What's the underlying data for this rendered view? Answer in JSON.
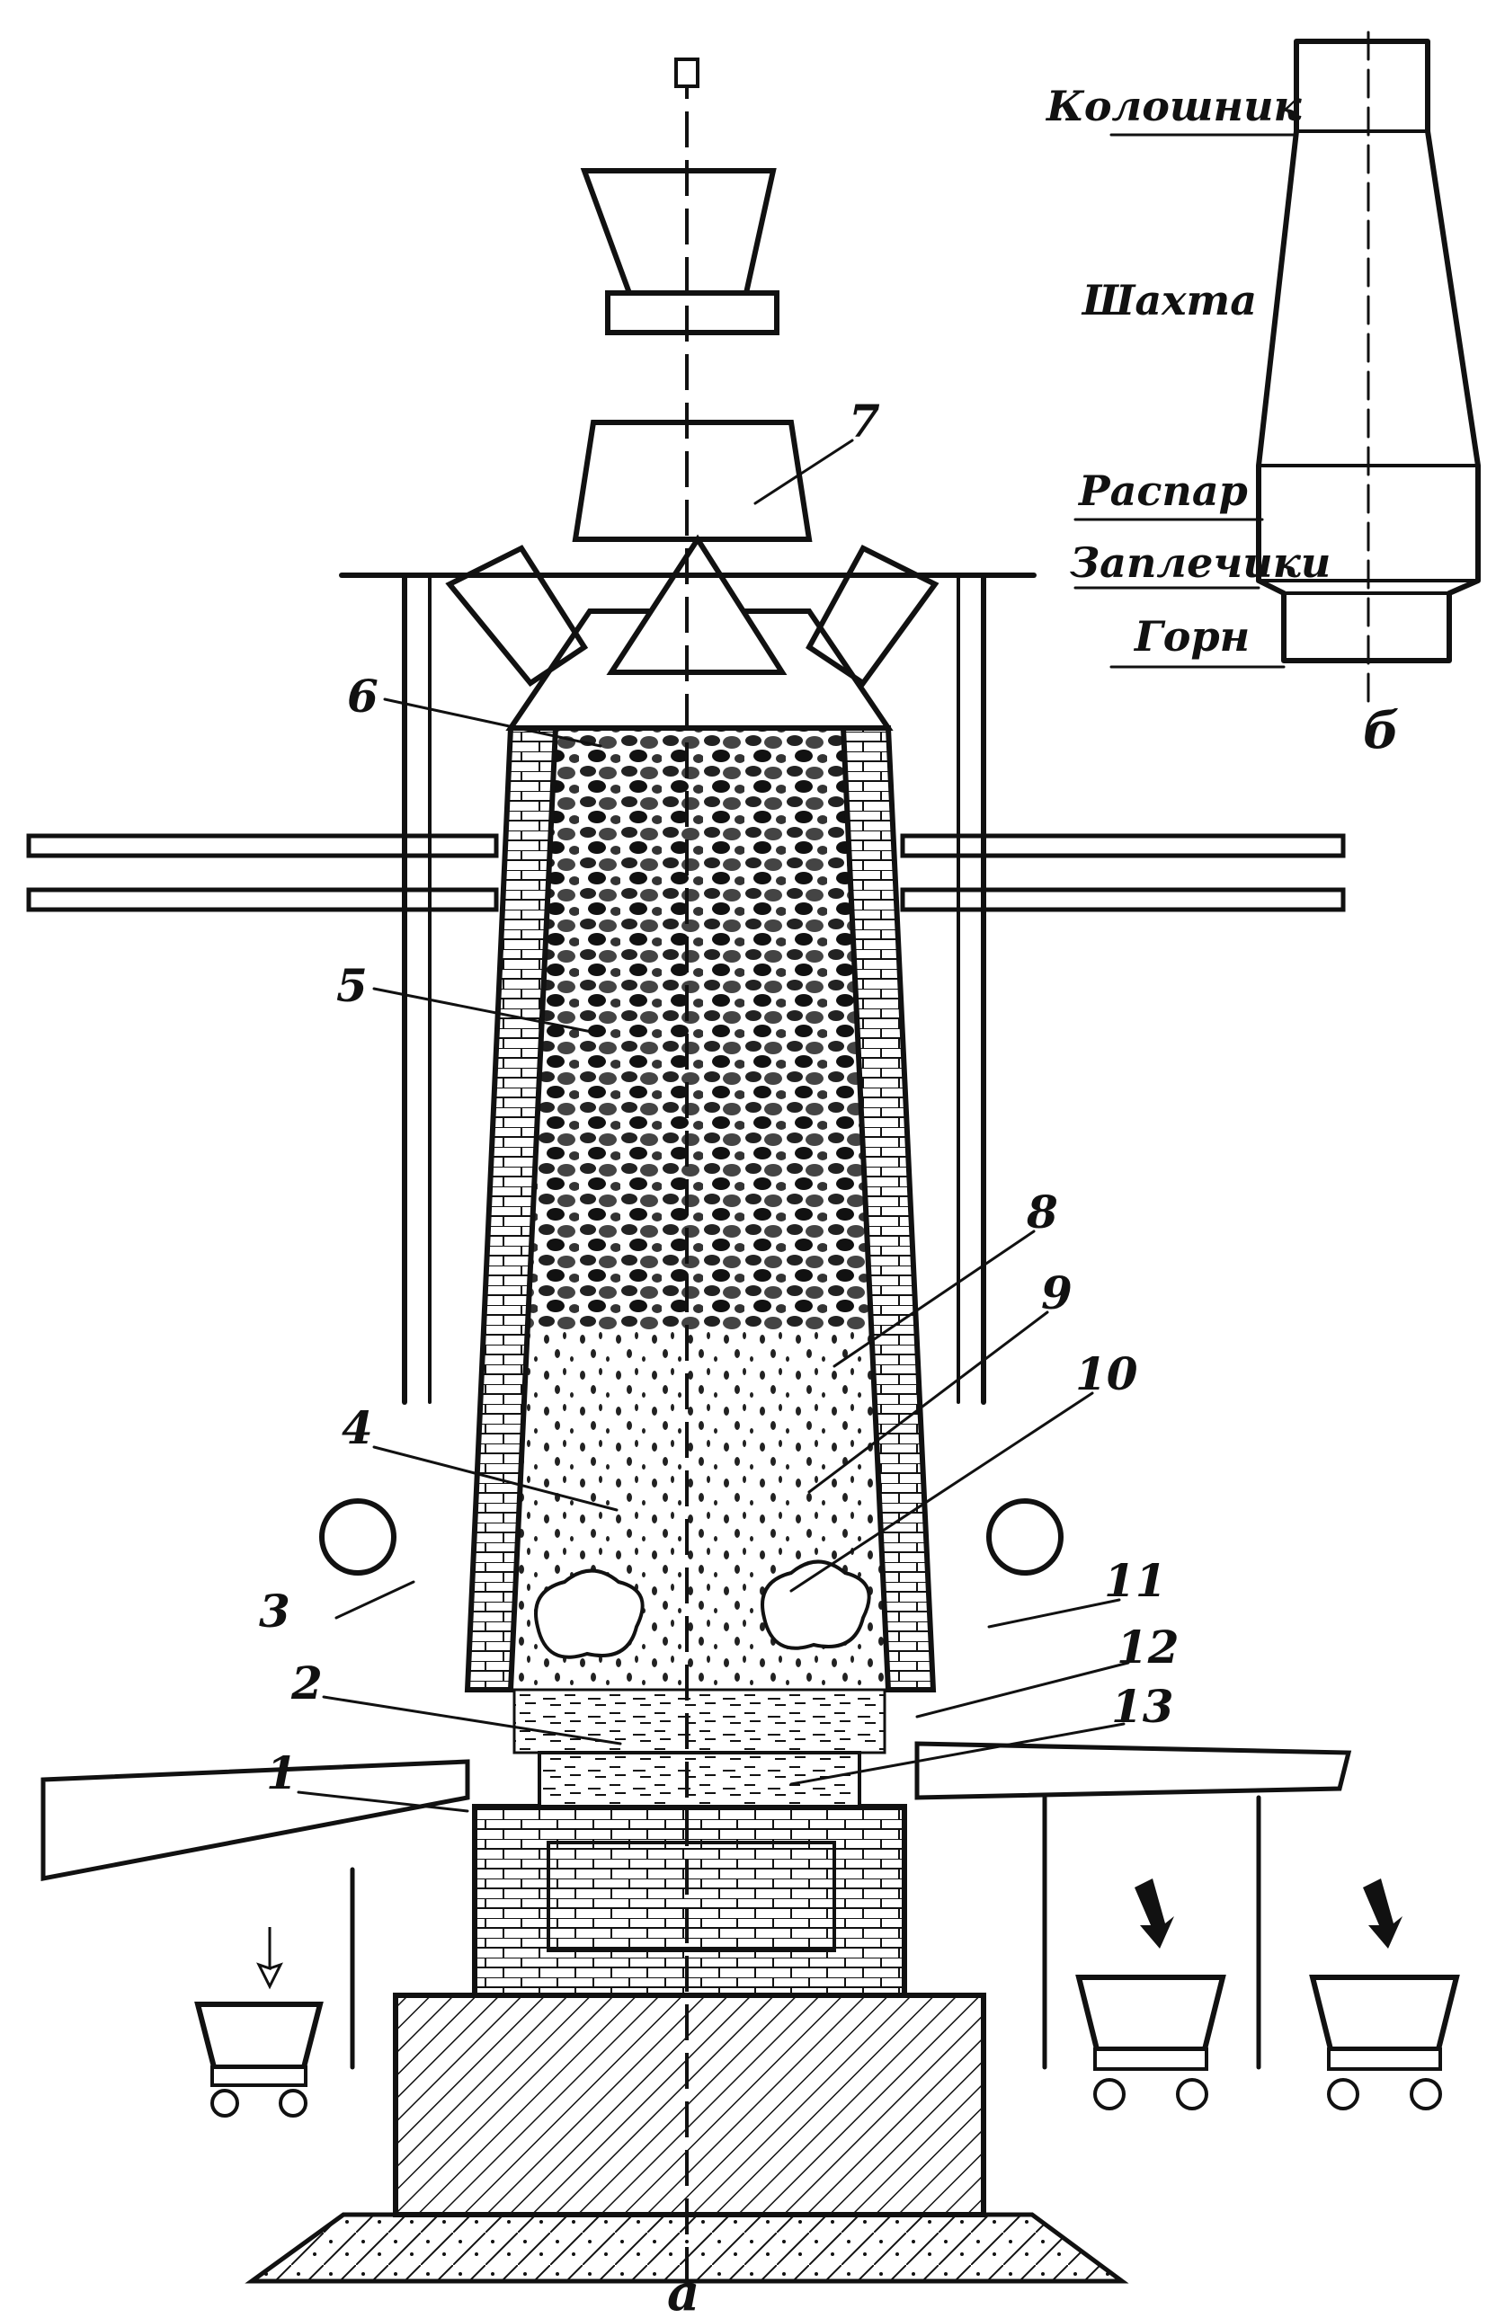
{
  "figure_a": {
    "caption": "a",
    "callouts": [
      {
        "id": "callout-1",
        "number": "1"
      },
      {
        "id": "callout-2",
        "number": "2"
      },
      {
        "id": "callout-3",
        "number": "3"
      },
      {
        "id": "callout-4",
        "number": "4"
      },
      {
        "id": "callout-5",
        "number": "5"
      },
      {
        "id": "callout-6",
        "number": "6"
      },
      {
        "id": "callout-7",
        "number": "7"
      },
      {
        "id": "callout-8",
        "number": "8"
      },
      {
        "id": "callout-9",
        "number": "9"
      },
      {
        "id": "callout-10",
        "number": "10"
      },
      {
        "id": "callout-11",
        "number": "11"
      },
      {
        "id": "callout-12",
        "number": "12"
      },
      {
        "id": "callout-13",
        "number": "13"
      }
    ]
  },
  "figure_b": {
    "caption": "б",
    "zones": [
      "Колошник",
      "Шахта",
      "Распар",
      "Заплечики",
      "Горн"
    ]
  },
  "colors": {
    "ink": "#111111",
    "paper": "#ffffff"
  }
}
